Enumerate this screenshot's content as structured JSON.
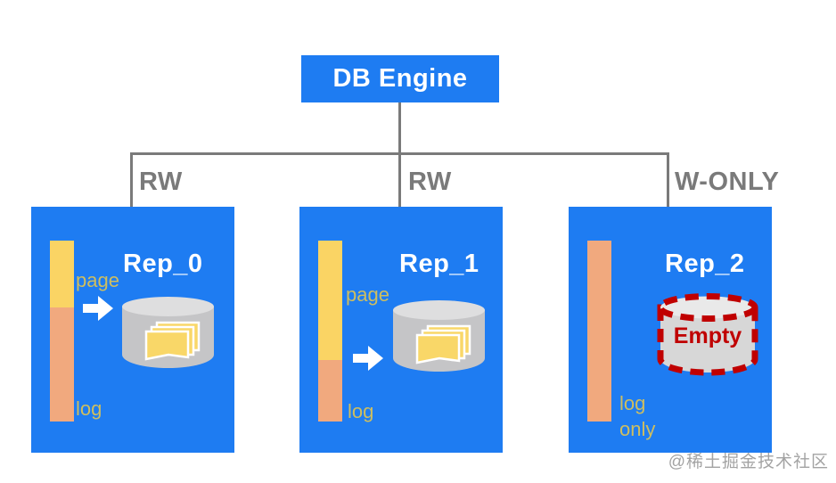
{
  "colors": {
    "accent-blue": "#1e7cf2",
    "bar-yellow": "#fad464",
    "bar-salmon": "#f1a97e",
    "label-gold": "#cebe60",
    "line-gray": "#7a7a7a",
    "cyl-body": "#c5c5c7",
    "cyl-top": "#dededf",
    "page-yellow": "#f9d768",
    "empty-red": "#c00000",
    "title-white": "#ffffff",
    "watermark-gray": "#8f8f8f"
  },
  "root_node": {
    "label": "DB Engine"
  },
  "edges": [
    {
      "label": "RW"
    },
    {
      "label": "RW"
    },
    {
      "label": "W-ONLY"
    }
  ],
  "replicas": [
    {
      "name": "Rep_0",
      "page_label": "page",
      "log_label": "log",
      "bar": {
        "page_pct": 37,
        "log_pct": 63
      },
      "storage": "pages"
    },
    {
      "name": "Rep_1",
      "page_label": "page",
      "log_label": "log",
      "bar": {
        "page_pct": 66,
        "log_pct": 34
      },
      "storage": "pages"
    },
    {
      "name": "Rep_2",
      "log_label": "log",
      "only_label": "only",
      "bar": {
        "page_pct": 0,
        "log_pct": 100
      },
      "storage": "empty",
      "empty_label": "Empty"
    }
  ],
  "watermark": "@稀土掘金技术社区"
}
